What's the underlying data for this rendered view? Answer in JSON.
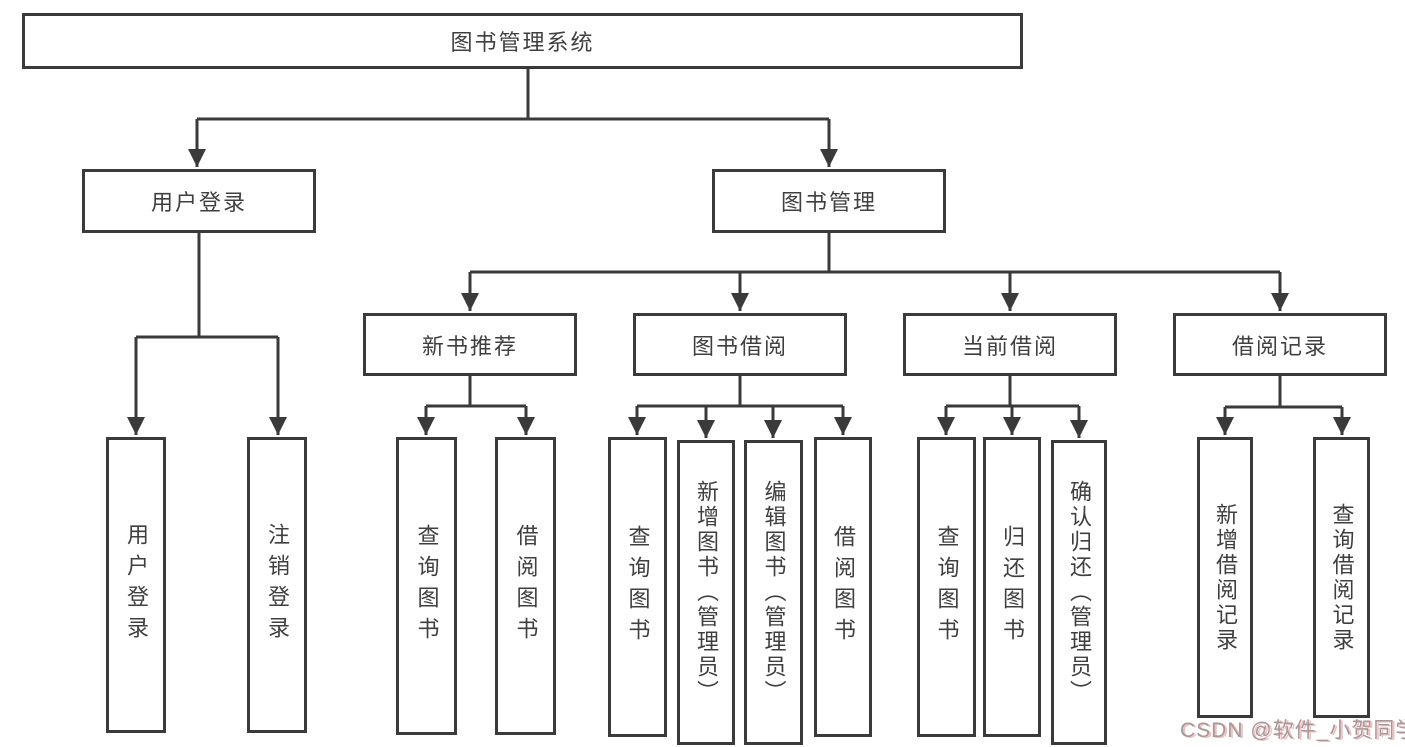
{
  "diagram_title": "图书管理系统",
  "hierarchy": {
    "root": "图书管理系统",
    "children": [
      {
        "label": "用户登录",
        "children": [
          "用户登录",
          "注销登录"
        ]
      },
      {
        "label": "图书管理",
        "children": [
          {
            "label": "新书推荐",
            "children": [
              "查询图书",
              "借阅图书"
            ]
          },
          {
            "label": "图书借阅",
            "children": [
              "查询图书",
              "新增图书（管理员）",
              "编辑图书（管理员）",
              "借阅图书"
            ]
          },
          {
            "label": "当前借阅",
            "children": [
              "查询图书",
              "归还图书",
              "确认归还（管理员）"
            ]
          },
          {
            "label": "借阅记录",
            "children": [
              "新增借阅记录",
              "查询借阅记录"
            ]
          }
        ]
      }
    ]
  },
  "watermark": {
    "text": "CSDN @软件_小贺同学"
  },
  "colors": {
    "line": "#3a3a3a",
    "text": "#3f3f3f",
    "background": "#ffffff",
    "watermark": "#a09a9a",
    "watermark_shadow": "#f06a6a"
  }
}
